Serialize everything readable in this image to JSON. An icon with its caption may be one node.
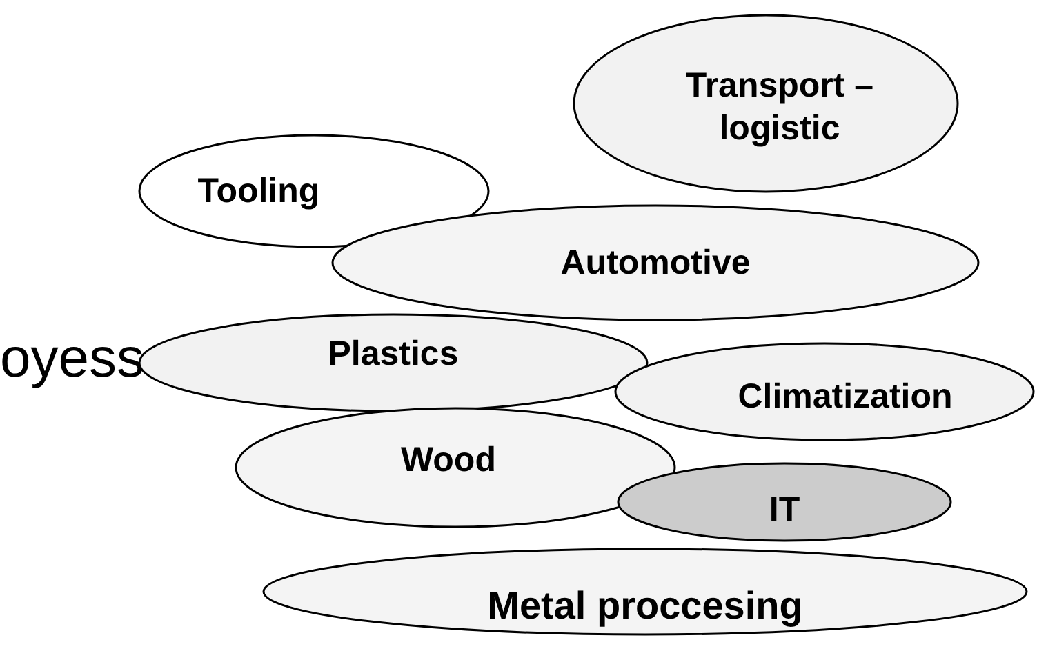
{
  "diagram": {
    "nodes": [
      {
        "text": [
          "Transport – logistic"
        ]
      },
      {
        "text": [
          "Tooling"
        ]
      },
      {
        "text": [
          "Automotive"
        ]
      },
      {
        "text": [
          "Plastics"
        ]
      },
      {
        "text": [
          "Climatization"
        ]
      },
      {
        "text": [
          "Wood"
        ]
      },
      {
        "text": [
          "IT"
        ]
      },
      {
        "text": [
          "Metal proccesing"
        ]
      }
    ],
    "edges": [],
    "labels": [
      "oyess"
    ]
  }
}
